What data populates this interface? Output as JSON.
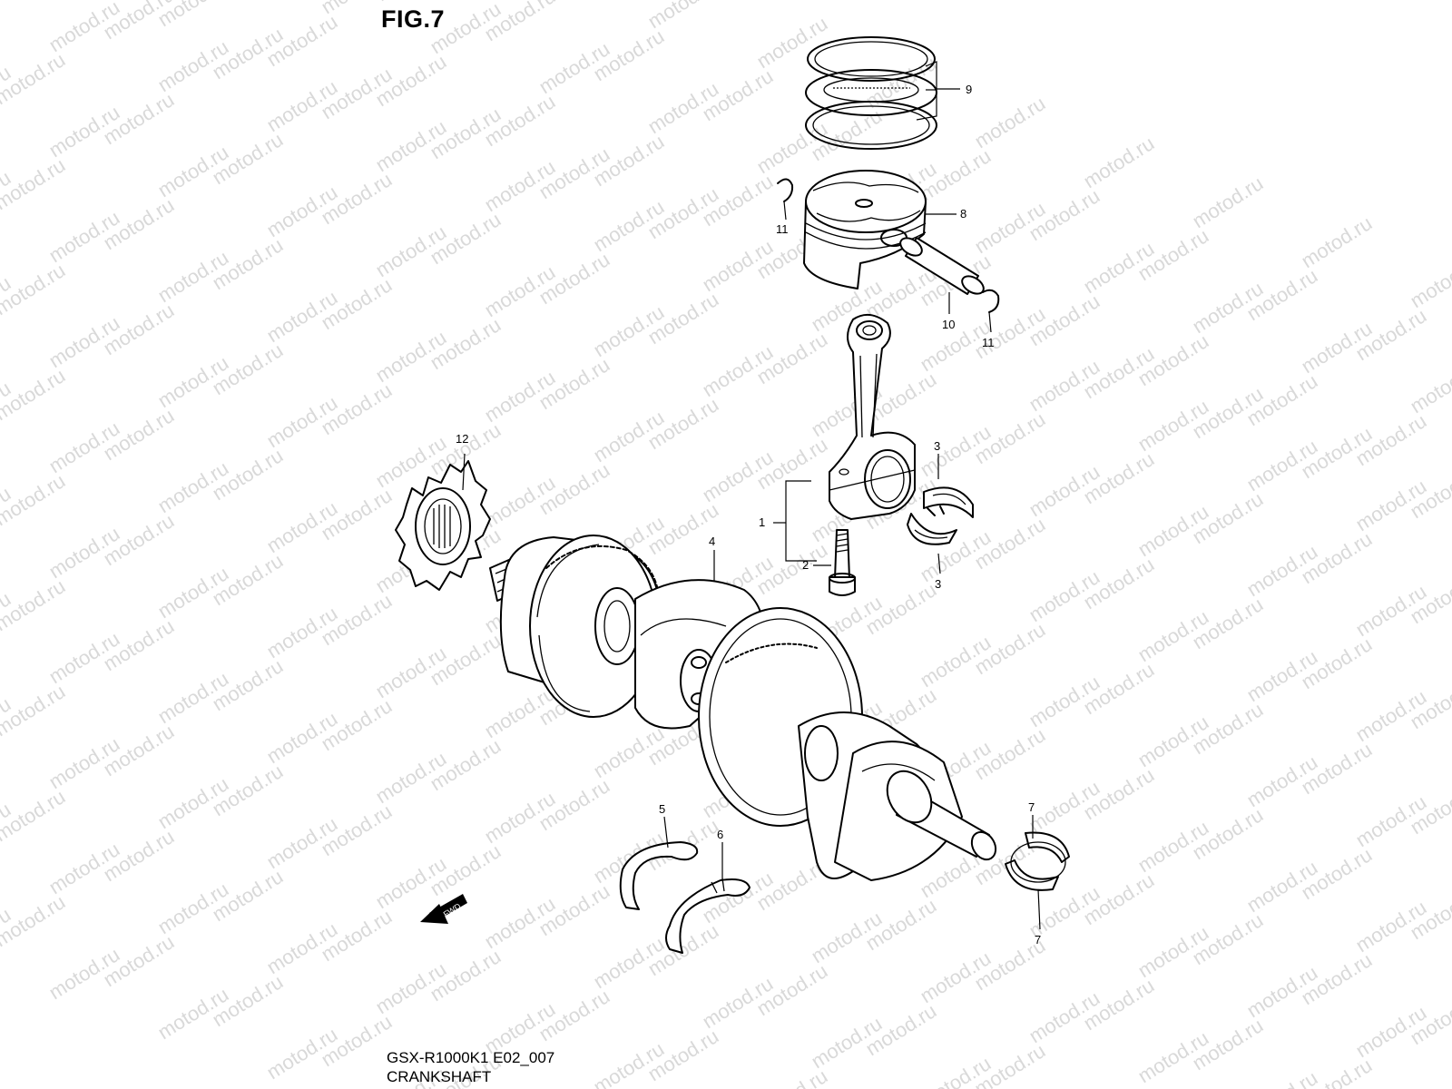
{
  "figure_title": "FIG.7",
  "footer": {
    "model_code": "GSX-R1000K1 E02_007",
    "section_name": "CRANKSHAFT"
  },
  "watermark": "motod.ru",
  "direction_arrow_label": "FWD",
  "callouts": {
    "c1": "1",
    "c2": "2",
    "c3a": "3",
    "c3b": "3",
    "c4": "4",
    "c5": "5",
    "c6": "6",
    "c7a": "7",
    "c7b": "7",
    "c8": "8",
    "c9": "9",
    "c10": "10",
    "c11a": "11",
    "c11b": "11",
    "c12": "12"
  },
  "colors": {
    "line": "#000000",
    "watermark": "#d9d9d9",
    "background": "#ffffff"
  }
}
